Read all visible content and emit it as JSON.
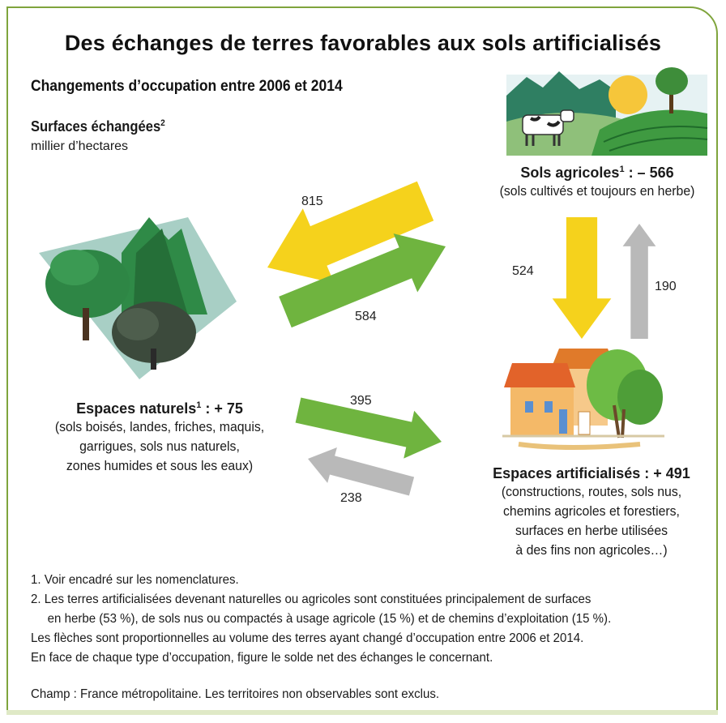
{
  "title": "Des échanges de terres favorables aux sols artificialisés",
  "subtitle": "Changements d’occupation entre 2006 et 2014",
  "surfaces_label": "Surfaces échangées",
  "surfaces_sup": "2",
  "unit": "millier d’hectares",
  "nodes": {
    "agricoles": {
      "title": "Sols agricoles",
      "sup": "1",
      "balance": " : – 566",
      "desc": [
        "(sols cultivés et toujours en herbe)"
      ]
    },
    "naturels": {
      "title": "Espaces naturels",
      "sup": "1",
      "balance": " : + 75",
      "desc": [
        "(sols boisés, landes, friches, maquis,",
        "garrigues, sols nus naturels,",
        "zones humides et sous les eaux)"
      ]
    },
    "artificialises": {
      "title": "Espaces artificialisés",
      "balance": " : + 491",
      "desc": [
        "(constructions, routes, sols nus,",
        "chemins agricoles et forestiers,",
        "surfaces en herbe utilisées",
        "à des fins non agricoles…)"
      ]
    }
  },
  "flows": [
    {
      "from": "Sols agricoles",
      "to": "Espaces naturels",
      "value": 815,
      "color": "#f5d21c"
    },
    {
      "from": "Espaces naturels",
      "to": "Sols agricoles",
      "value": 584,
      "color": "#6fb43f"
    },
    {
      "from": "Sols agricoles",
      "to": "Espaces artificialisés",
      "value": 524,
      "color": "#f5d21c"
    },
    {
      "from": "Espaces artificialisés",
      "to": "Sols agricoles",
      "value": 190,
      "color": "#b9b9b9"
    },
    {
      "from": "Espaces naturels",
      "to": "Espaces artificialisés",
      "value": 395,
      "color": "#6fb43f"
    },
    {
      "from": "Espaces artificialisés",
      "to": "Espaces naturels",
      "value": 238,
      "color": "#b9b9b9"
    }
  ],
  "notes": [
    "1. Voir encadré sur les nomenclatures.",
    "2. Les terres artificialisées devenant naturelles ou agricoles sont constituées principalement de surfaces",
    "en herbe (53 %), de sols nus ou compactés à usage agricole (15 %) et de chemins d’exploitation (15 %).",
    "Les flèches sont proportionnelles au volume des terres ayant changé d’occupation entre 2006 et 2014.",
    "En face de chaque type d’occupation, figure le solde net des échanges le concernant."
  ],
  "champ_label": "Champ",
  "champ_text": " : France métropolitaine. Les territoires non observables sont exclus.",
  "icons": {
    "agricoles": "farm-landscape-icon",
    "naturels": "forest-icon",
    "artificialises": "houses-icon"
  },
  "colors": {
    "frame": "#7fa43c",
    "yellow": "#f5d21c",
    "green": "#6fb43f",
    "grey": "#b9b9b9"
  }
}
